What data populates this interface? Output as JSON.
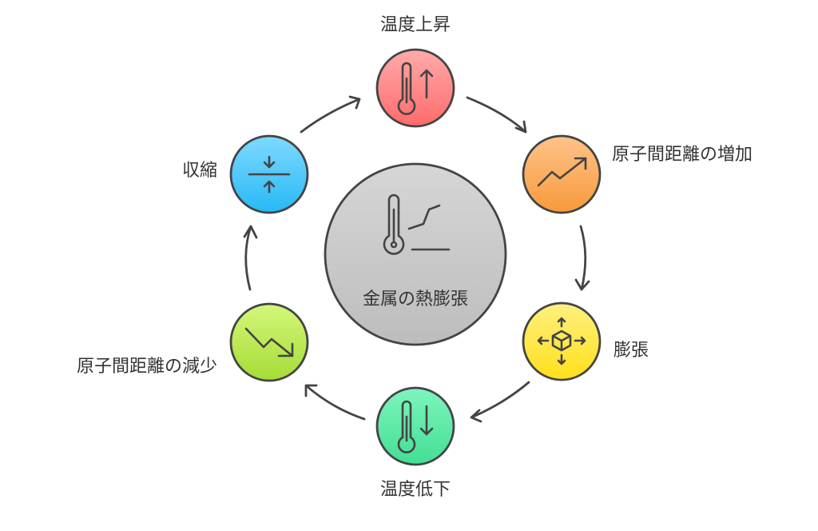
{
  "title": "金属の熱膨張",
  "nodes": [
    {
      "label": "温度上昇",
      "icon": "thermometer-up-icon",
      "color_top": "#ffabab",
      "color_bottom": "#ff6b6b"
    },
    {
      "label": "原子間距離の増加",
      "icon": "trend-up-icon",
      "color_top": "#ffc38a",
      "color_bottom": "#f79a3a"
    },
    {
      "label": "膨張",
      "icon": "cube-expand-icon",
      "color_top": "#fff080",
      "color_bottom": "#ffe01a"
    },
    {
      "label": "温度低下",
      "icon": "thermometer-down-icon",
      "color_top": "#7ef5bd",
      "color_bottom": "#43de95"
    },
    {
      "label": "原子間距離の減少",
      "icon": "trend-down-icon",
      "color_top": "#d4f77a",
      "color_bottom": "#a6dc36"
    },
    {
      "label": "収縮",
      "icon": "compress-icon",
      "color_top": "#7fd9ff",
      "color_bottom": "#27b9f5"
    }
  ],
  "center_color": "#cfcfcf"
}
